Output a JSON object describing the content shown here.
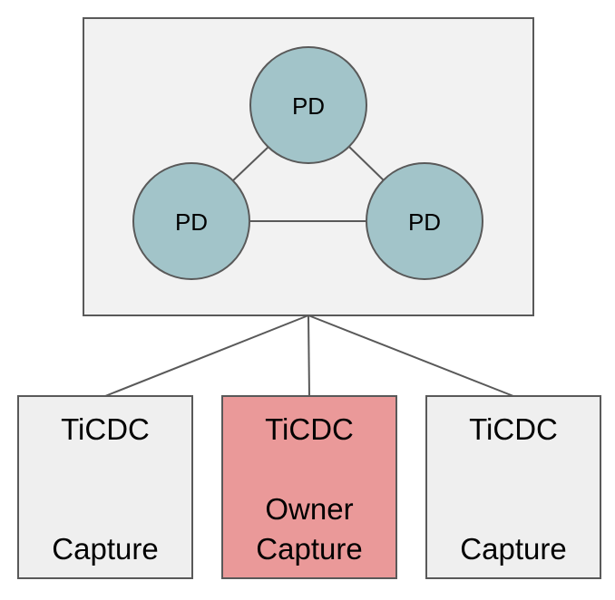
{
  "pd_cluster": {
    "nodes": [
      {
        "label": "PD"
      },
      {
        "label": "PD"
      },
      {
        "label": "PD"
      }
    ]
  },
  "captures": [
    {
      "title": "TiCDC",
      "lines": [
        "Capture"
      ],
      "owner": false
    },
    {
      "title": "TiCDC",
      "lines": [
        "Owner",
        "Capture"
      ],
      "owner": true
    },
    {
      "title": "TiCDC",
      "lines": [
        "Capture"
      ],
      "owner": false
    }
  ],
  "colors": {
    "cluster_fill": "#f2f2f2",
    "node_fill": "#a2c4c9",
    "capture_fill": "#efefef",
    "owner_fill": "#ea9999",
    "stroke": "#595959"
  }
}
